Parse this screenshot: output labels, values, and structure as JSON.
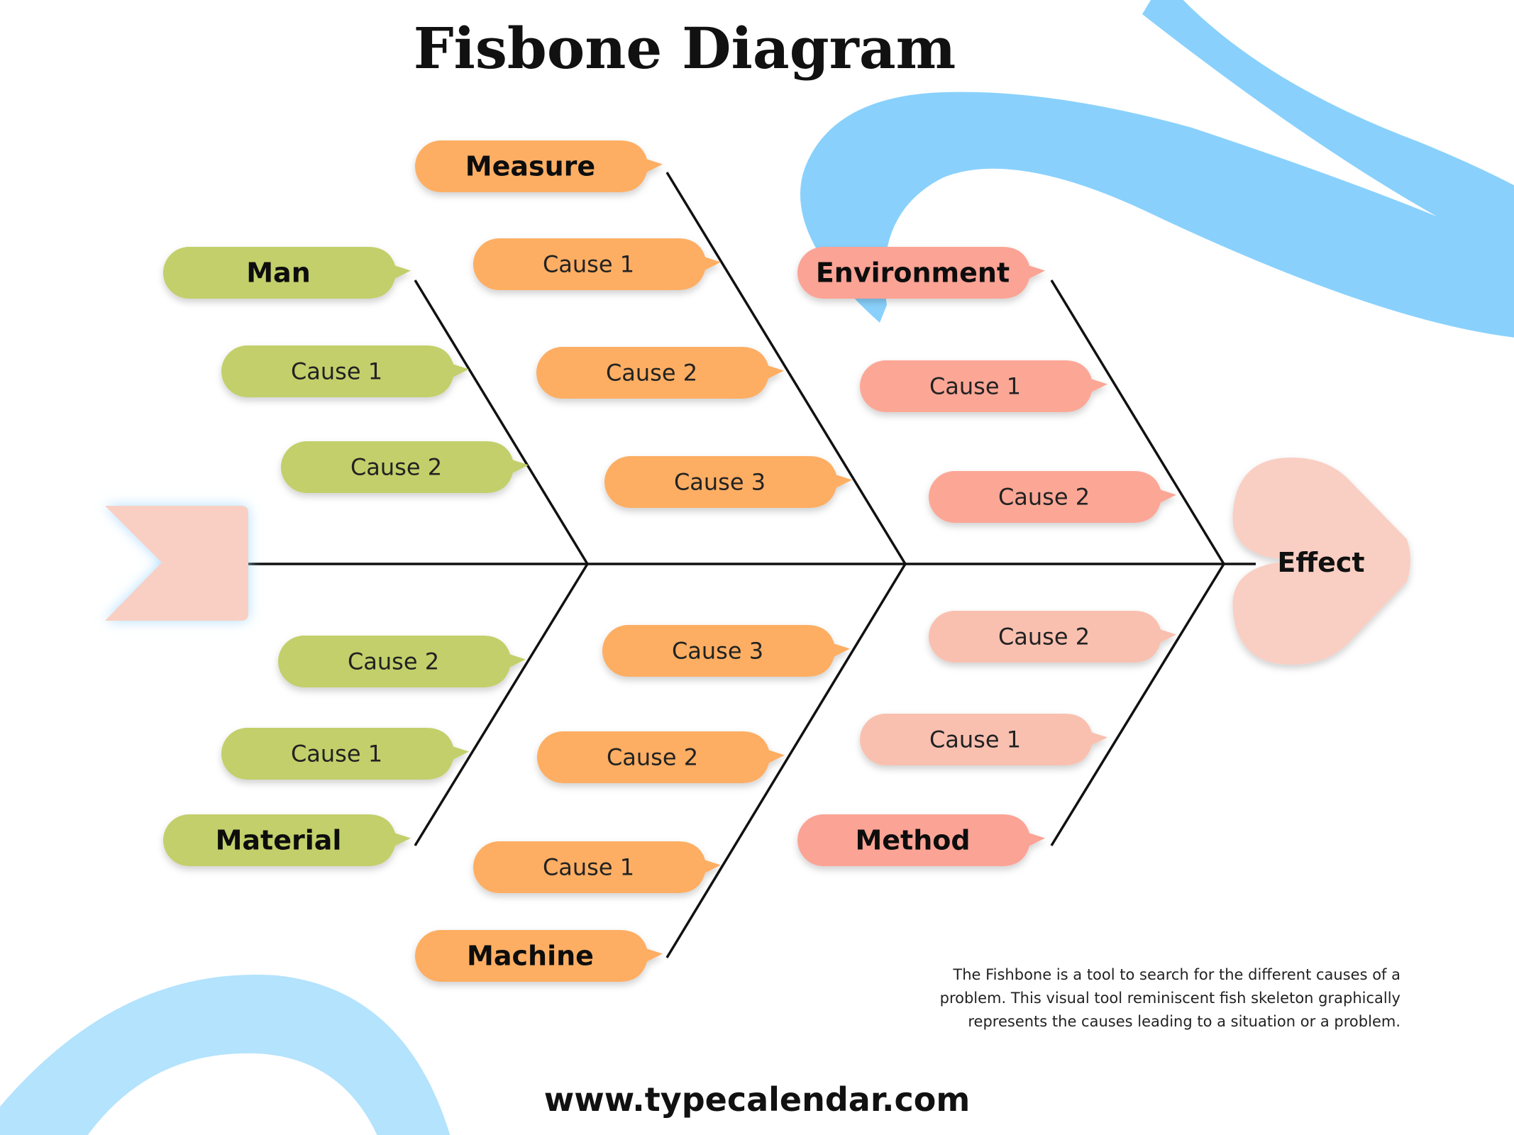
{
  "title": "Fisbone Diagram",
  "effect": {
    "label": "Effect",
    "color": "#F9CFC3"
  },
  "tail_color": "#F9CFC3",
  "decor_colors": {
    "wave_top": "#89D1FC",
    "wave_bottom": "#B3E3FD"
  },
  "spine_color": "#111111",
  "categories": [
    {
      "id": "man",
      "label": "Man",
      "color": "#C3CF6B",
      "causes": [
        "Cause 1",
        "Cause 2"
      ]
    },
    {
      "id": "measure",
      "label": "Measure",
      "color": "#FDAE63",
      "causes": [
        "Cause 1",
        "Cause 2",
        "Cause 3"
      ]
    },
    {
      "id": "environment",
      "label": "Environment",
      "color": "#FBA395",
      "cause_color": "#FCA796",
      "causes": [
        "Cause 1",
        "Cause 2"
      ]
    },
    {
      "id": "material",
      "label": "Material",
      "color": "#C3CF6B",
      "causes": [
        "Cause 2",
        "Cause 1"
      ]
    },
    {
      "id": "machine",
      "label": "Machine",
      "color": "#FDAE63",
      "causes": [
        "Cause 3",
        "Cause 2",
        "Cause 1"
      ]
    },
    {
      "id": "method",
      "label": "Method",
      "color": "#FBA395",
      "cause_color": "#F9C0B0",
      "causes": [
        "Cause 2",
        "Cause 1"
      ]
    }
  ],
  "description": "The Fishbone is a tool to search for the different causes of a problem. This visual tool reminiscent fish skeleton graphically represents the causes leading to a situation or a problem.",
  "footer": "www.typecalendar.com"
}
